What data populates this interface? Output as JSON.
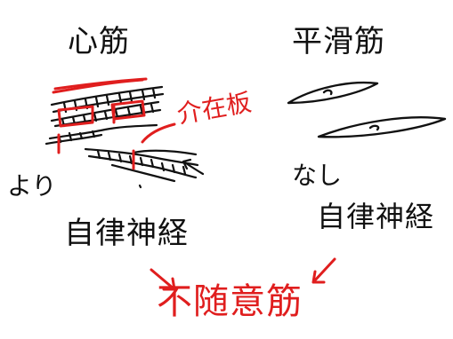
{
  "labels": {
    "heading_left": "心筋",
    "heading_right": "平滑筋",
    "gap_junction": "介在板",
    "yori": "より",
    "nashi": "なし",
    "ans_left": "自律神経",
    "ans_right": "自律神経",
    "involuntary": "不随意筋"
  },
  "colors": {
    "ink": "#111111",
    "accent": "#e01e1e"
  }
}
